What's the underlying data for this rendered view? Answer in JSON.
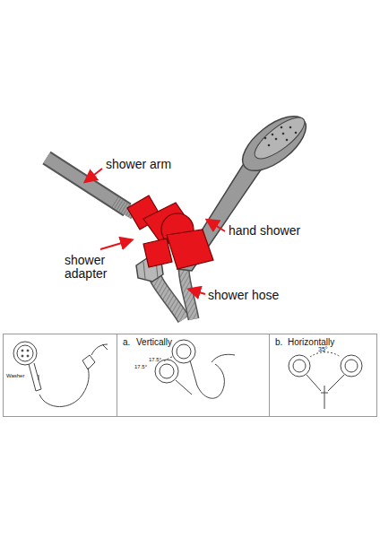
{
  "diagram": {
    "labels": [
      "shower arm",
      "hand shower",
      "shower adapter",
      "shower hose",
      "Washer",
      "a.",
      "Vertically",
      "17.5°",
      "17.5°",
      "b.",
      "Horizontally",
      "35°"
    ]
  }
}
